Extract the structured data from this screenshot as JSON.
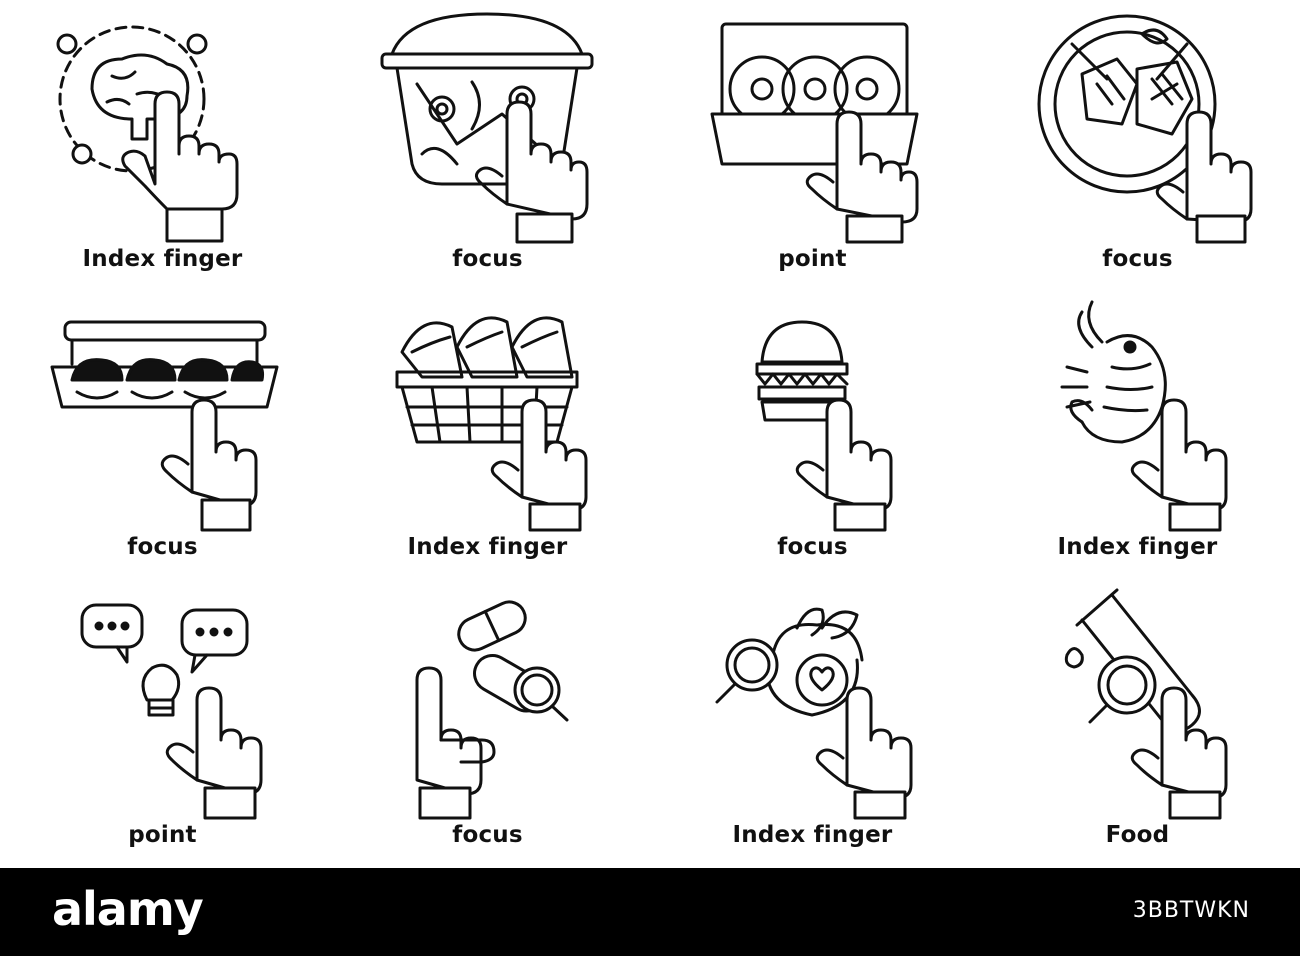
{
  "icons": [
    {
      "label": "Index finger",
      "icon": "brain-icon"
    },
    {
      "label": "focus",
      "icon": "salad-pot-icon"
    },
    {
      "label": "point",
      "icon": "donut-box-icon"
    },
    {
      "label": "focus",
      "icon": "steak-plate-icon"
    },
    {
      "label": "focus",
      "icon": "food-container-icon"
    },
    {
      "label": "Index finger",
      "icon": "burrito-basket-icon"
    },
    {
      "label": "focus",
      "icon": "burger-icon"
    },
    {
      "label": "Index finger",
      "icon": "shrimp-icon"
    },
    {
      "label": "point",
      "icon": "idea-chat-icon"
    },
    {
      "label": "focus",
      "icon": "capsule-search-icon"
    },
    {
      "label": "Index finger",
      "icon": "healthy-food-search-icon"
    },
    {
      "label": "Food",
      "icon": "test-tube-search-icon"
    }
  ],
  "footer": {
    "brand": "alamy",
    "stock_id": "3BBTWKN"
  }
}
